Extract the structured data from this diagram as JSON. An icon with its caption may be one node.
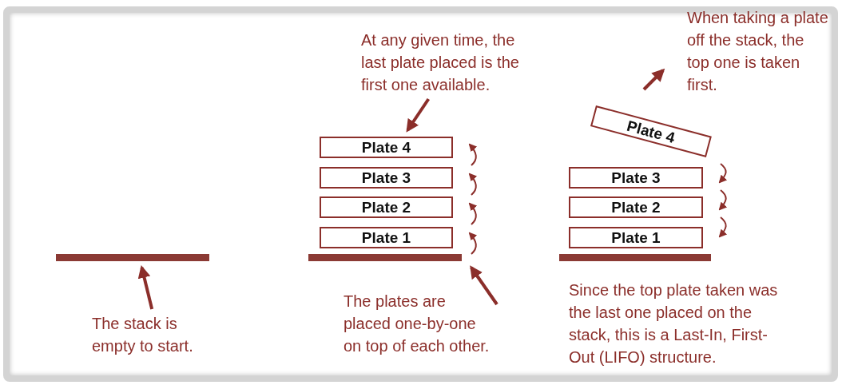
{
  "diagram": {
    "nodes": [
      {
        "text": [],
        "shape": "bar"
      },
      {
        "text": [
          "The stack is empty to start."
        ]
      },
      {
        "text": [
          "At any given time, the last plate placed is the first one available."
        ]
      },
      {
        "text": [
          "Plate 4"
        ]
      },
      {
        "text": [
          "Plate 3"
        ]
      },
      {
        "text": [
          "Plate 2"
        ]
      },
      {
        "text": [
          "Plate 1"
        ]
      },
      {
        "text": [],
        "shape": "bar"
      },
      {
        "text": [
          "The plates are placed one-by-one on top of each other."
        ]
      },
      {
        "text": [
          "Plate 4"
        ]
      },
      {
        "text": [
          "Plate 3"
        ]
      },
      {
        "text": [
          "Plate 2"
        ]
      },
      {
        "text": [
          "Plate 1"
        ]
      },
      {
        "text": [],
        "shape": "bar"
      }
    ],
    "edges": [
      {
        "from": 1,
        "to": 0,
        "arrow": "to"
      },
      {
        "from": 2,
        "to": 3,
        "arrow": "to"
      },
      {
        "from": 8,
        "to": 7,
        "arrow": "to"
      }
    ],
    "labels": [
      "When taking a plate off the stack, the top one is taken first.",
      "Since the top plate taken was the last one placed on the stack, this is a Last-In, First-Out (LIFO) structure."
    ]
  }
}
